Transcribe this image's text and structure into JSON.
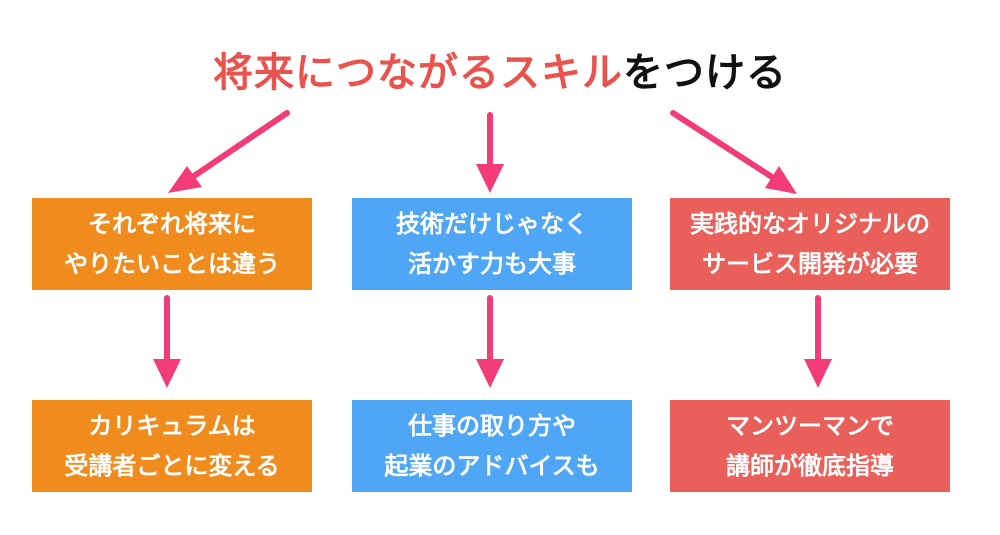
{
  "title": {
    "highlight": "将来につながるスキル",
    "rest": "をつける"
  },
  "colors": {
    "highlight": "#e8534e",
    "arrow": "#f23c77",
    "orange": "#f08c1e",
    "blue": "#4ea6f5",
    "red": "#e9605b"
  },
  "columns": [
    {
      "top": {
        "line1": "それぞれ将来に",
        "line2": "やりたいことは違う"
      },
      "bottom": {
        "line1": "カリキュラムは",
        "line2": "受講者ごとに変える"
      }
    },
    {
      "top": {
        "line1": "技術だけじゃなく",
        "line2": "活かす力も大事"
      },
      "bottom": {
        "line1": "仕事の取り方や",
        "line2": "起業のアドバイスも"
      }
    },
    {
      "top": {
        "line1": "実践的なオリジナルの",
        "line2": "サービス開発が必要"
      },
      "bottom": {
        "line1": "マンツーマンで",
        "line2": "講師が徹底指導"
      }
    }
  ]
}
